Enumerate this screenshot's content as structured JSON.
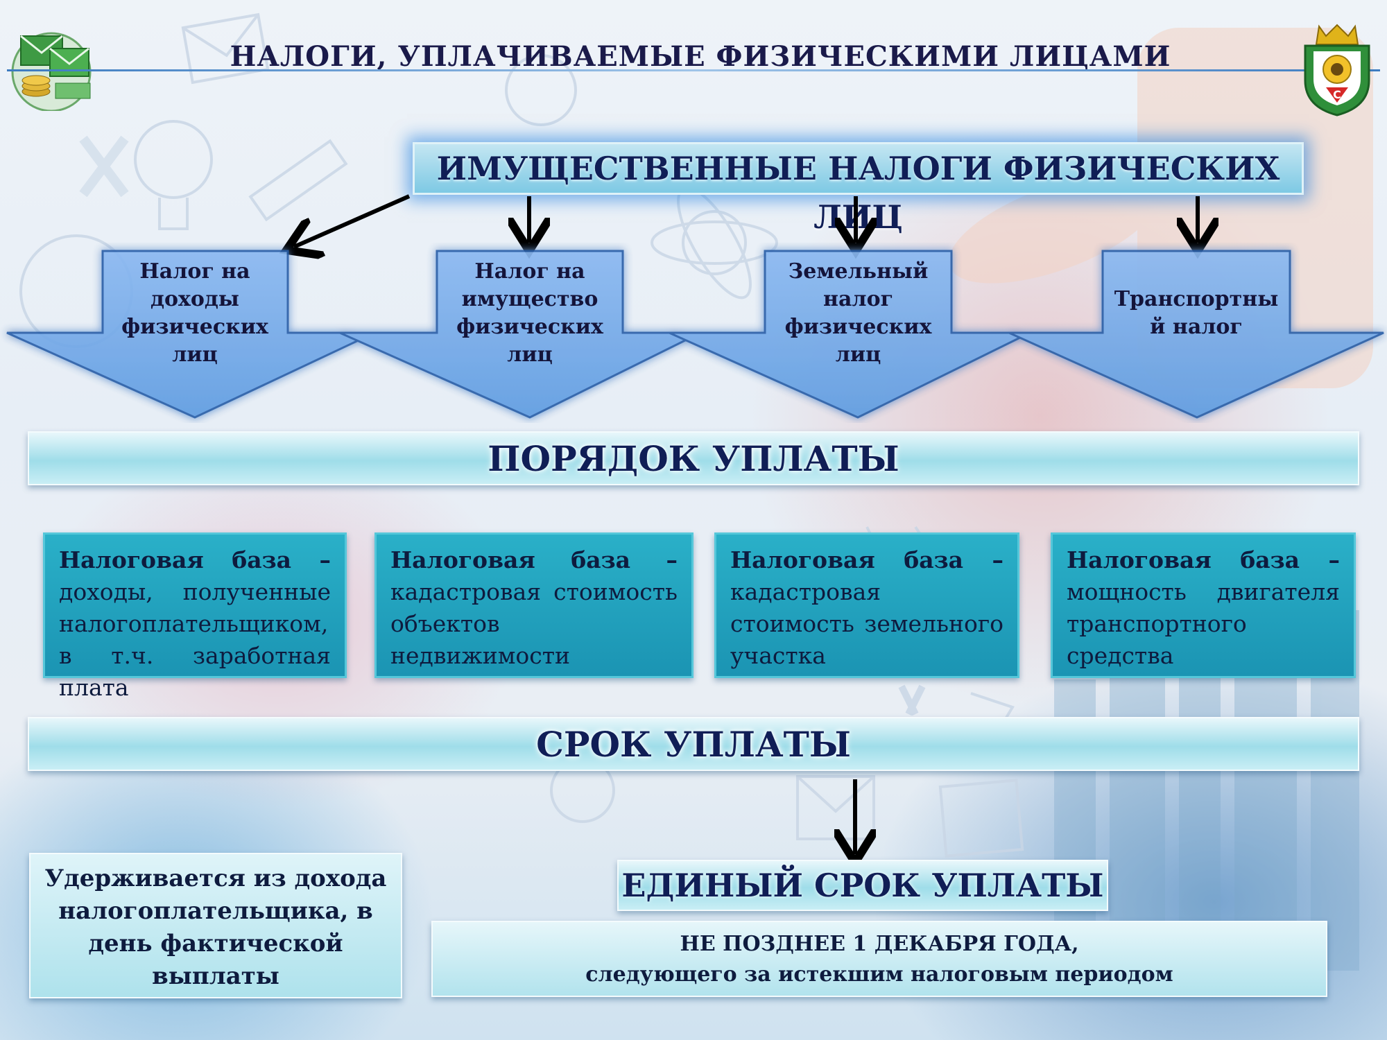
{
  "header": {
    "title": "НАЛОГИ, УПЛАЧИВАЕМЫЕ ФИЗИЧЕСКИМИ ЛИЦАМИ"
  },
  "main": {
    "title": "ИМУЩЕСТВЕННЫЕ НАЛОГИ ФИЗИЧЕСКИХ ЛИЦ"
  },
  "categories": [
    {
      "line1": "Налог на",
      "line2": "доходы",
      "line3": "физических",
      "line4": "лиц"
    },
    {
      "line1": "Налог на",
      "line2": "имущество",
      "line3": "физических",
      "line4": "лиц"
    },
    {
      "line1": "Земельный",
      "line2": "налог",
      "line3": "физических",
      "line4": "лиц"
    },
    {
      "line1": "Транспортны",
      "line2": "й налог",
      "line3": "",
      "line4": ""
    }
  ],
  "payment_order": {
    "title": "ПОРЯДОК УПЛАТЫ"
  },
  "bases": [
    {
      "label": "Налоговая база –",
      "text": "доходы, полученные налогоплательщиком, в т.ч. заработная плата"
    },
    {
      "label": "Налоговая база –",
      "text": "кадастровая стоимость объектов недвижимости"
    },
    {
      "label": "Налоговая база –",
      "text": "кадастровая стоимость земельного участка"
    },
    {
      "label": "Налоговая база –",
      "text": "мощность двигателя транспортного средства"
    }
  ],
  "payment_term": {
    "title": "СРОК УПЛАТЫ"
  },
  "withheld": {
    "line1": "Удерживается из дохода",
    "line2": "налогоплательщика, в",
    "line3": "день фактической",
    "line4": "выплаты"
  },
  "single_deadline": {
    "title": "ЕДИНЫЙ СРОК УПЛАТЫ"
  },
  "deadline": {
    "line1": "НЕ ПОЗДНЕЕ 1 ДЕКАБРЯ ГОДА,",
    "line2": "следующего за истекшим налоговым периодом"
  },
  "colors": {
    "accent_blue": "#6fa8e8",
    "box_teal": "#1ea3bd",
    "text_navy": "#101e56"
  },
  "icons": {
    "left_logo": "money-envelope-icon",
    "right_logo": "coat-of-arms-icon"
  }
}
